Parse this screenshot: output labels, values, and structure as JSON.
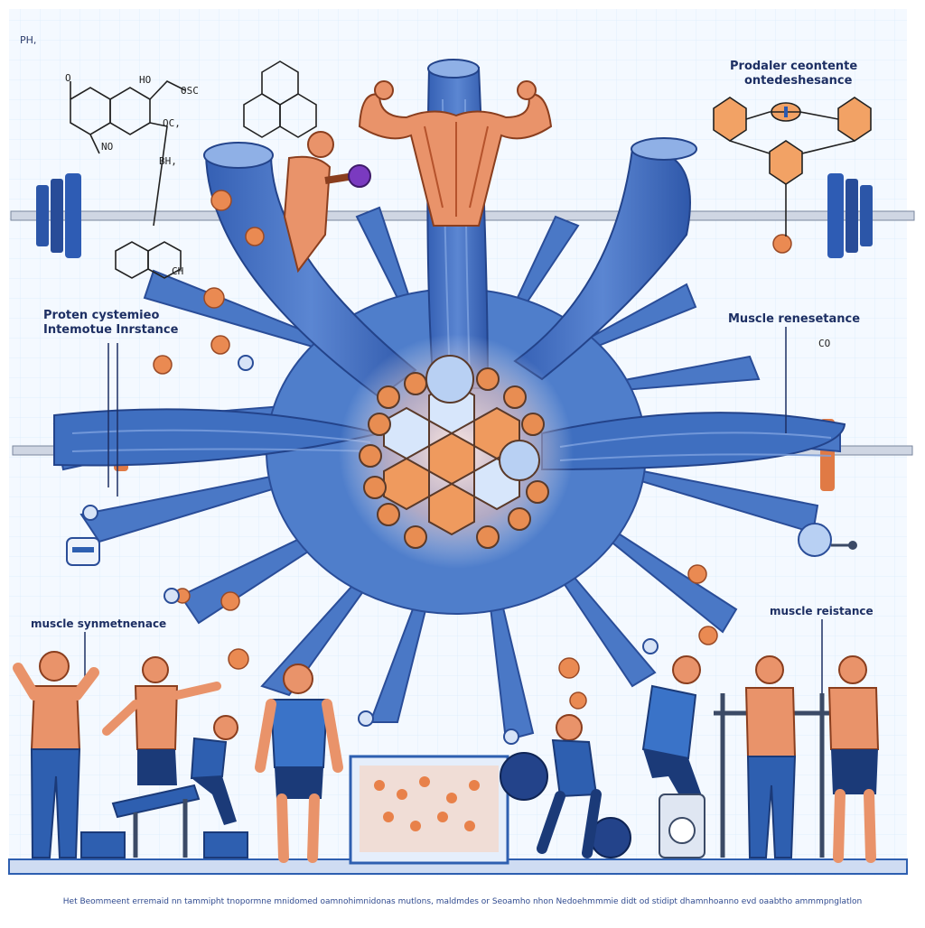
{
  "labels": {
    "top_left_small": "PH,",
    "top_right_line1": "Prodaler ceontente",
    "top_right_line2": "ontedeshesance",
    "left_mid_line1": "Proten cystemieo",
    "left_mid_line2": "Intemotue Inrstance",
    "right_mid": "Muscle renesetance",
    "left_low": "muscle synmetnenace",
    "right_low": "muscle reistance"
  },
  "chem_text": {
    "o_top": "O",
    "ho": "HO",
    "osc": "OSC",
    "oc": "OC,",
    "no": "NO",
    "bh": "BH,",
    "ch": "CH",
    "co": "CO"
  },
  "caption": "Het Beommeent erremaid nn tammipht tnopormne mnidomed oamnohimnidonas mutlons, maldmdes or Seoamho nhon Nedoehmmmie didt od stidipt dhamnhoanno evd oaabtho ammmpnglatlon",
  "colors": {
    "background": "#ffffff",
    "grid": "#dfeefc",
    "muscle_blue": "#3f6fc0",
    "muscle_dark": "#27499a",
    "muscle_light": "#6f98dc",
    "accent_orange": "#e8814a",
    "skin": "#e9936a",
    "shorts_blue": "#2e5fb0",
    "text_navy": "#1d2f63"
  }
}
